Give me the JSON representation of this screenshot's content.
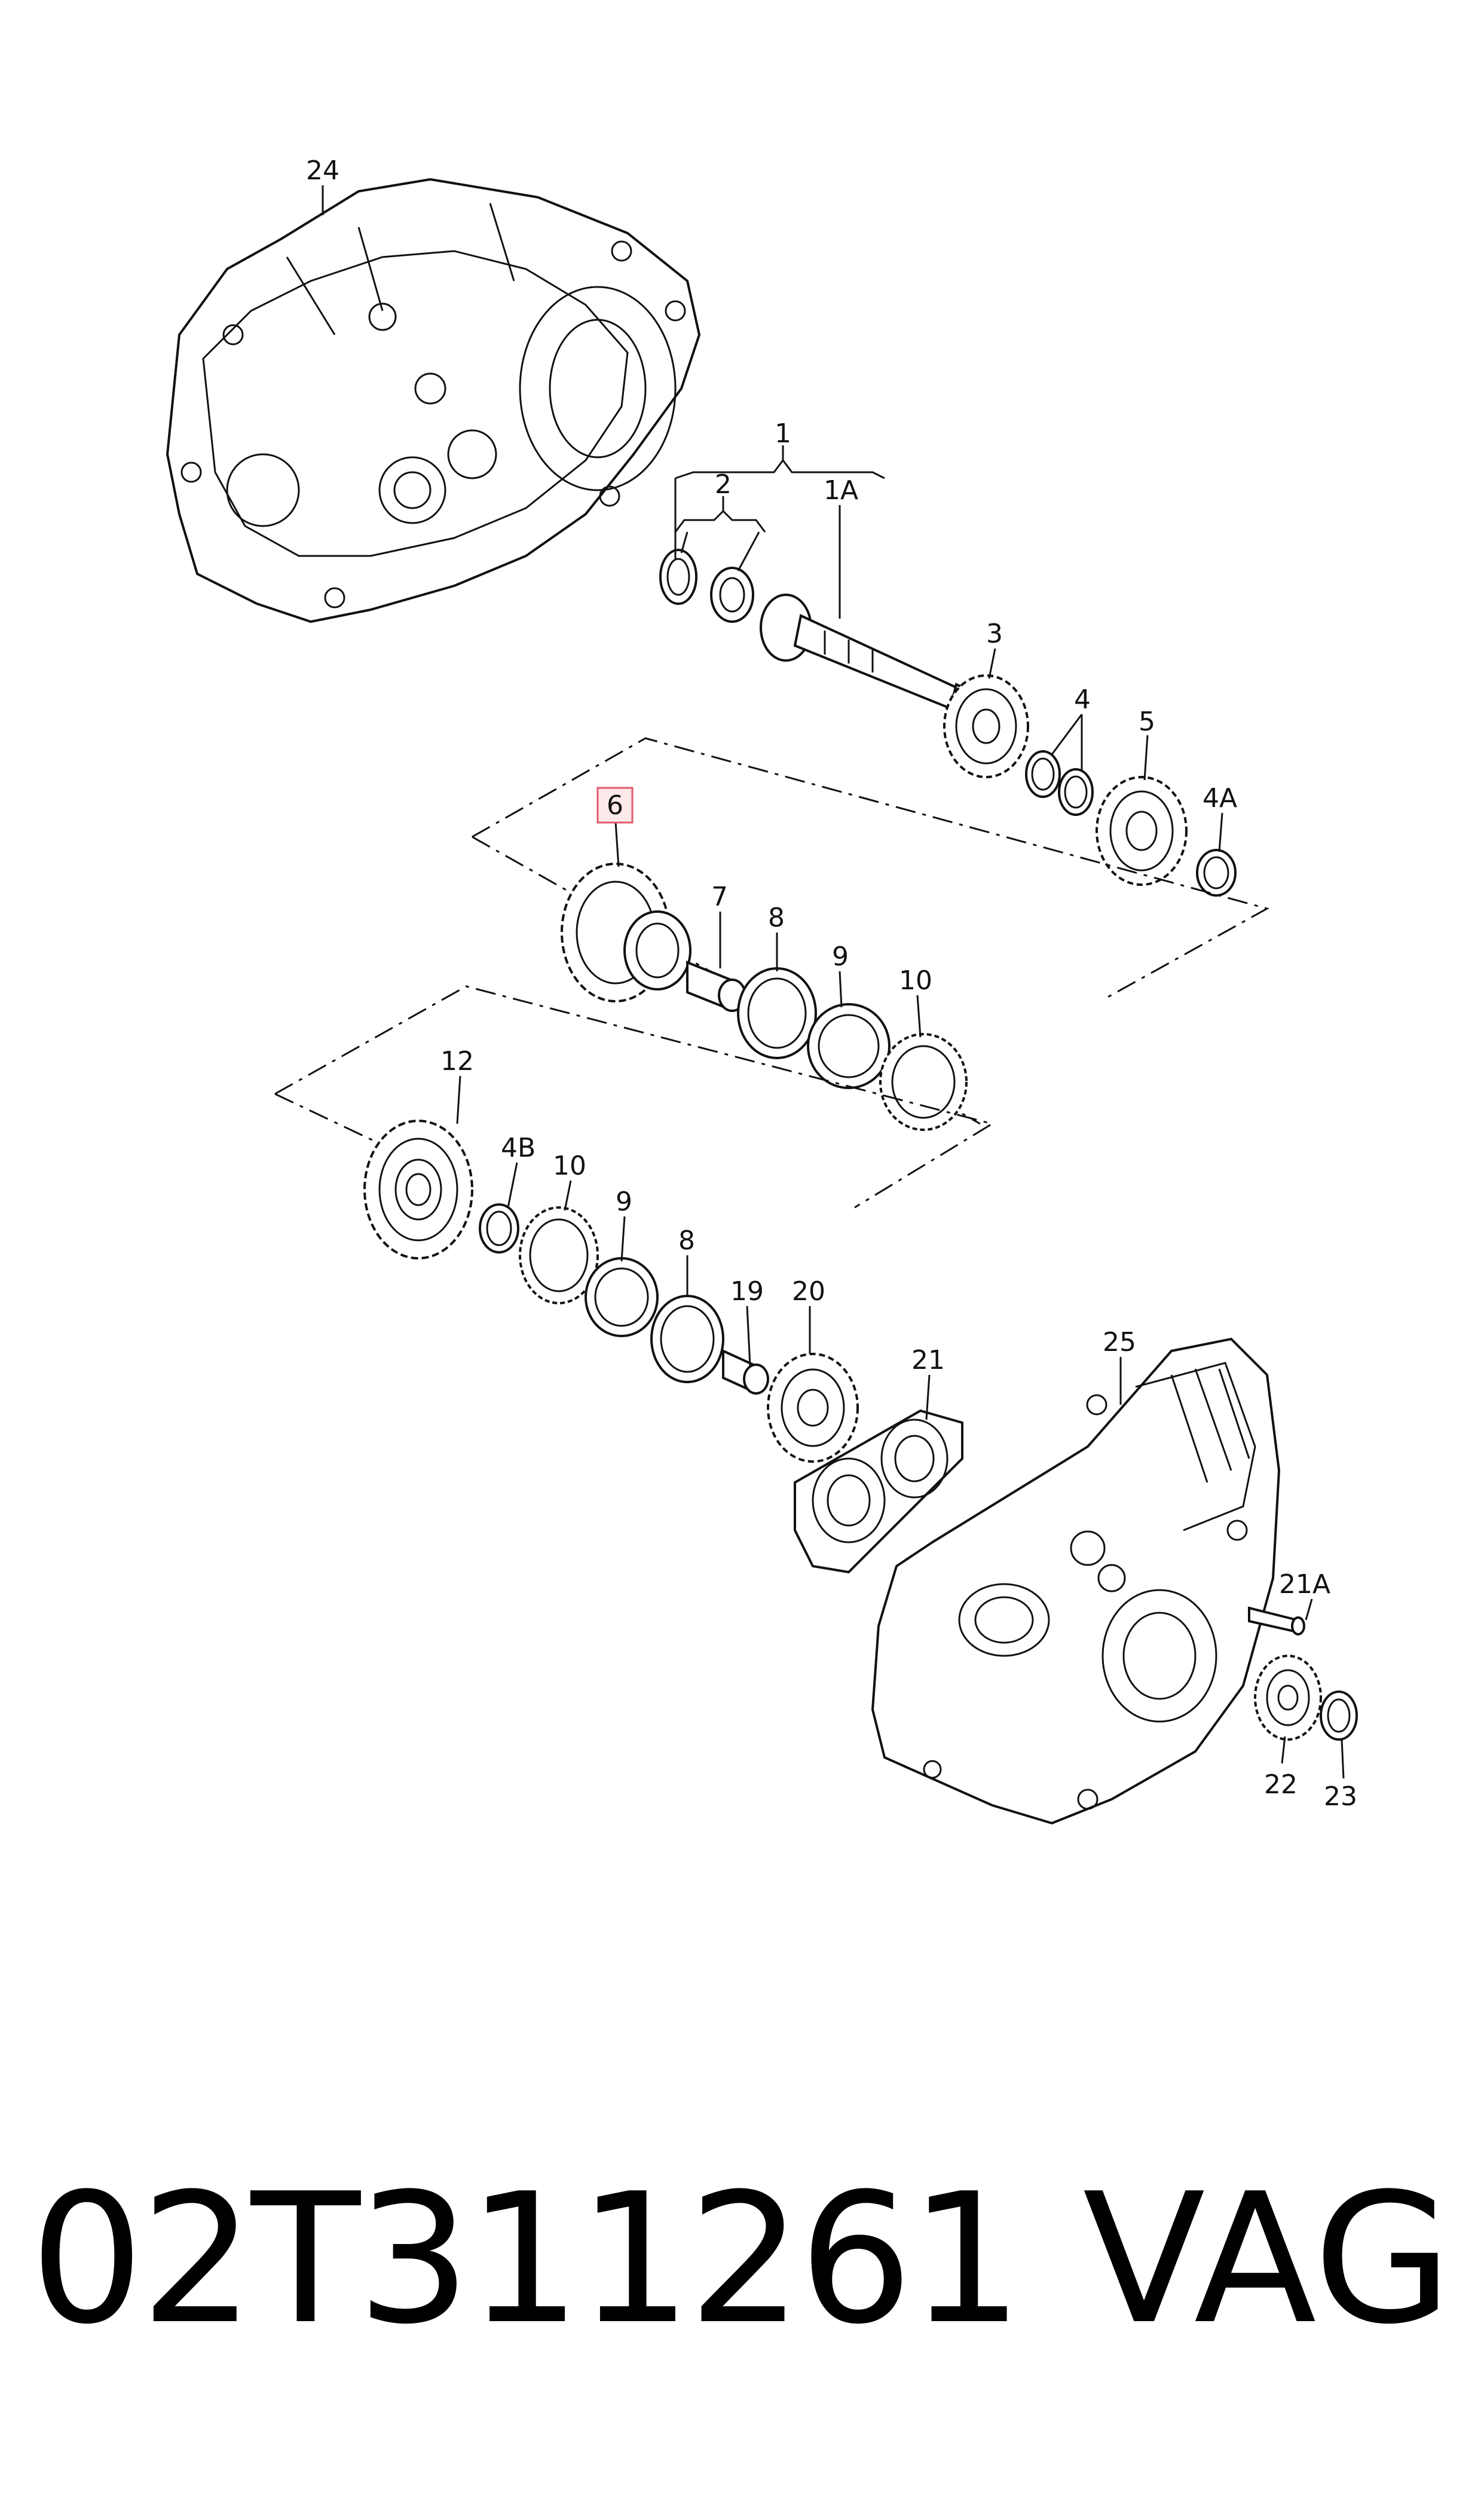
{
  "callouts": {
    "c1": "1",
    "c1a": "1A",
    "c2": "2",
    "c3": "3",
    "c4": "4",
    "c4a": "4A",
    "c4b": "4B",
    "c5": "5",
    "c6": "6",
    "c7": "7",
    "c8a": "8",
    "c8b": "8",
    "c9a": "9",
    "c9b": "9",
    "c10a": "10",
    "c10b": "10",
    "c12": "12",
    "c19": "19",
    "c20": "20",
    "c21": "21",
    "c21a": "21A",
    "c22": "22",
    "c23": "23",
    "c24": "24",
    "c25": "25"
  },
  "highlighted_callout": "6",
  "caption": {
    "part_number": "02T311261",
    "brand": "VAG"
  },
  "colors": {
    "line": "#111111",
    "highlight_border": "#e05a6a",
    "highlight_fill": "#fde8ea"
  }
}
